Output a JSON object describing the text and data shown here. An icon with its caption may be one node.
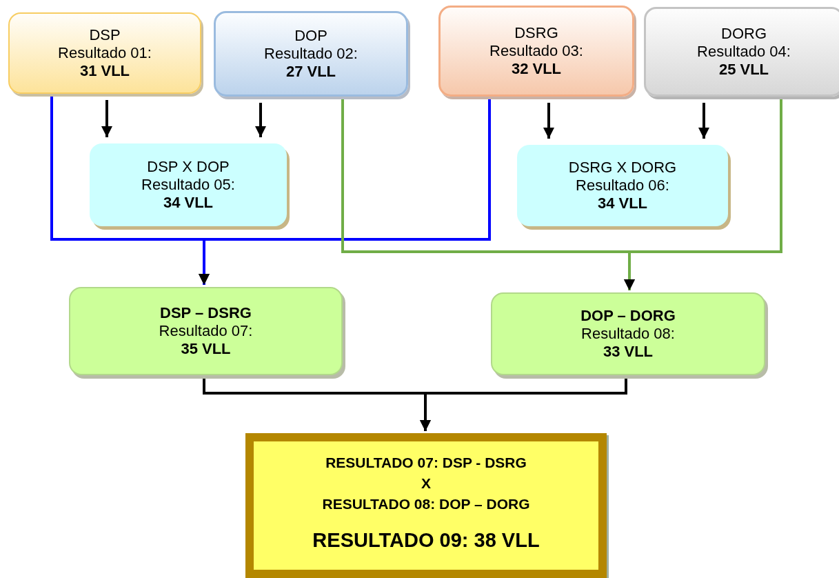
{
  "diagram": {
    "nodes": [
      {
        "text": [
          "DSP",
          "Resultado 01:",
          "31 VLL"
        ]
      },
      {
        "text": [
          "DOP",
          "Resultado 02:",
          "27 VLL"
        ]
      },
      {
        "text": [
          "DSRG",
          "Resultado 03:",
          "32 VLL"
        ]
      },
      {
        "text": [
          "DORG",
          "Resultado 04:",
          "25 VLL"
        ]
      },
      {
        "text": [
          "DSP X DOP",
          "Resultado 05:",
          "34 VLL"
        ]
      },
      {
        "text": [
          "DSRG X DORG",
          "Resultado 06:",
          "34 VLL"
        ]
      },
      {
        "text": [
          "DSP – DSRG",
          "Resultado 07:",
          "35 VLL"
        ]
      },
      {
        "text": [
          "DOP – DORG",
          "Resultado 08:",
          "33 VLL"
        ]
      },
      {
        "text": [
          "RESULTADO 07: DSP - DSRG",
          "X",
          "RESULTADO 08: DOP – DORG",
          "RESULTADO 09: 38 VLL"
        ]
      }
    ],
    "edges": [
      {
        "from": 0,
        "to": 4,
        "arrow": "to"
      },
      {
        "from": 1,
        "to": 4,
        "arrow": "to"
      },
      {
        "from": 2,
        "to": 5,
        "arrow": "to"
      },
      {
        "from": 3,
        "to": 5,
        "arrow": "to"
      },
      {
        "from": 0,
        "to": 6,
        "arrow": "to",
        "color": "#0000ff"
      },
      {
        "from": 2,
        "to": 6,
        "arrow": "to",
        "color": "#0000ff"
      },
      {
        "from": 1,
        "to": 7,
        "arrow": "to",
        "color": "#70ad47"
      },
      {
        "from": 3,
        "to": 7,
        "arrow": "to",
        "color": "#70ad47"
      },
      {
        "from": 6,
        "to": 8,
        "arrow": "to"
      },
      {
        "from": 7,
        "to": 8,
        "arrow": "to"
      }
    ]
  }
}
